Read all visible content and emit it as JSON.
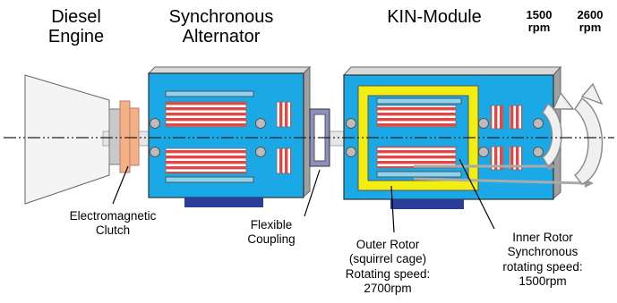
{
  "header": {
    "diesel": [
      "Diesel",
      "Engine"
    ],
    "alternator": [
      "Synchronous",
      "Alternator"
    ],
    "kin": "KIN-Module",
    "speed_1500": [
      "1500",
      "rpm"
    ],
    "speed_2600": [
      "2600",
      "rpm"
    ]
  },
  "callouts": {
    "clutch": [
      "Electromagnetic",
      "Clutch"
    ],
    "coupling": [
      "Flexible",
      "Coupling"
    ],
    "outer_rotor": [
      "Outer  Rotor",
      "(squirrel cage)",
      "Rotating speed:",
      "2700rpm"
    ],
    "inner_rotor": [
      "Inner Rotor",
      "Synchronous",
      "rotating speed:",
      "1500rpm"
    ]
  },
  "colors": {
    "housing_blue": "#1aa9e6",
    "yellow_ring": "#f2ee12",
    "base_navy": "#2b3e9a",
    "winding_red": "#e04848",
    "clutch_orange": "#f4b183",
    "bearing_grey": "#bcbcbc"
  },
  "icons": [
    "rotation-arrow-icon"
  ]
}
